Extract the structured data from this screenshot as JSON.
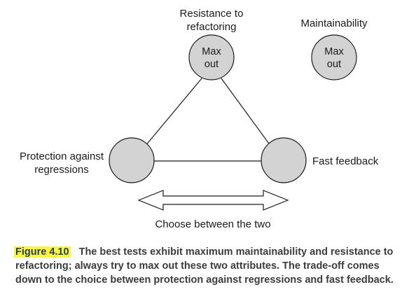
{
  "diagram": {
    "nodes": {
      "resistance": {
        "label": "Resistance to\nrefactoring",
        "inner": "Max\nout"
      },
      "maintainability": {
        "label": "Maintainability",
        "inner": "Max\nout"
      },
      "protection": {
        "label": "Protection against\nregressions",
        "inner": ""
      },
      "fast_feedback": {
        "label": "Fast feedback",
        "inner": ""
      }
    },
    "arrow_label": "Choose between the two",
    "colors": {
      "node_fill": "#d3d3d3",
      "stroke": "#1a1a1a",
      "highlight": "#fff53a",
      "figure_number": "#1f3f6e"
    }
  },
  "caption": {
    "figure_number": "Figure 4.10",
    "text": "The best tests exhibit maximum maintainability and resistance to refactoring; always try to max out these two attributes. The trade-off comes down to the choice between protection against regressions and fast feedback."
  }
}
